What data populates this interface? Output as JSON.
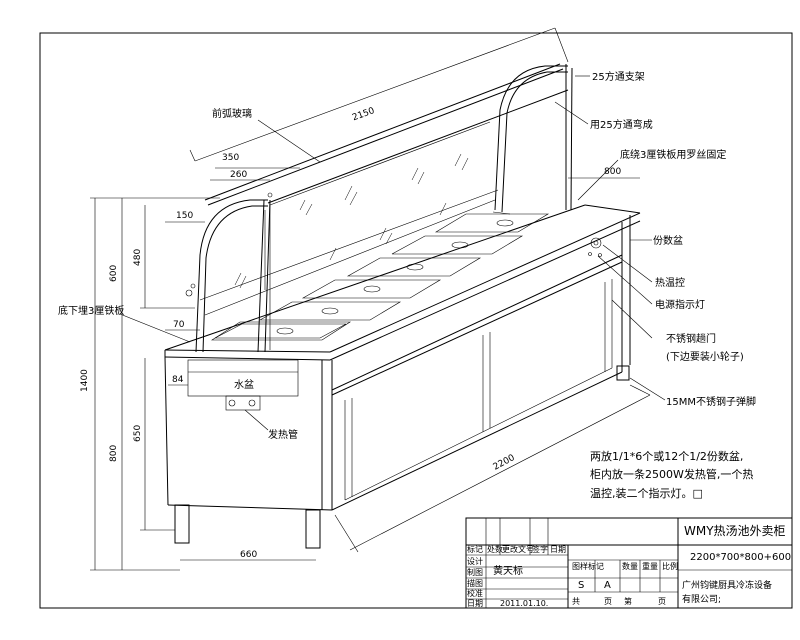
{
  "drawing": {
    "dimensions": {
      "total_length": "2150",
      "length": "2200",
      "width_top": "350",
      "w260": "260",
      "w150": "150",
      "h480": "480",
      "h600": "600",
      "w70": "70",
      "h1400": "1400",
      "h650": "650",
      "h800": "800",
      "w84": "84",
      "w660": "660",
      "w800": "800"
    },
    "callouts": {
      "glass": "前弧玻璃",
      "support": "25方通支架",
      "bend": "用25方通弯成",
      "bottom_plate": "底绕3厘铁板用罗丝固定",
      "pans": "份数盆",
      "thermostat": "热温控",
      "power_light": "电源指示灯",
      "sliding_door": "不锈钢趟门",
      "wheels": "(下边要装小轮子)",
      "legs": "15MM不锈钢子弹脚",
      "embedded_plate": "底下埋3厘铁板",
      "water_basin": "水盆",
      "heating_tube": "发热管"
    },
    "notes": [
      "两放1/1*6个或12个1/2份数盆,",
      "柜内放一条2500W发热管,一个热",
      "温控,装二个指示灯。□"
    ],
    "title_block": {
      "product_name": "WMY热汤池外卖柜",
      "size_spec": "2200*700*800+600",
      "company_line1": "广州钧键厨具冷冻设备",
      "company_line2": "有限公司;",
      "designer": "黄天标",
      "date": "2011.01.10.",
      "row_labels": [
        "标记",
        "处数",
        "更改文号",
        "签字",
        "日期"
      ],
      "left_labels": [
        "设计",
        "制图",
        "描图",
        "校准",
        "日期"
      ],
      "stage_label": "图样标记",
      "stage_values": [
        "S",
        "A"
      ],
      "qty_label": "数量",
      "weight_label": "重量",
      "scale_label": "比例",
      "sheet_total": "共",
      "sheet_word": "页",
      "sheet_no": "第"
    }
  }
}
